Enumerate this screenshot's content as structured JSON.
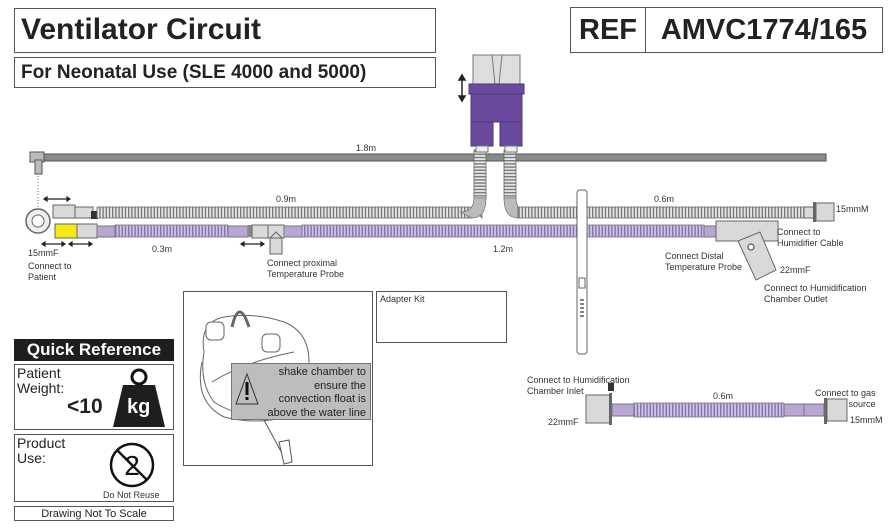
{
  "header": {
    "title": "Ventilator Circuit",
    "subtitle": "For Neonatal Use (SLE 4000 and 5000)",
    "ref_label": "REF",
    "ref_value": "AMVC1774/165"
  },
  "colors": {
    "tube_grey": "#9a9a9a",
    "tube_purple": "#b7a6d6",
    "connector_purple": "#6a4a9e",
    "connector_yellow": "#f5ea14",
    "connector_grey": "#d9d9d9",
    "rail_grey": "#8a8a8a",
    "quick_ref_header": "#1e1e1e",
    "warning_note": "#bdbdbd"
  },
  "diagram": {
    "rail_length": "1.8m",
    "expiratory_limb": {
      "length": "0.9m"
    },
    "patient_segment": {
      "length": "0.3m"
    },
    "inspiratory_limb": {
      "length": "1.2m"
    },
    "humidifier_limb": {
      "length": "0.6m"
    },
    "labels": {
      "patient_size": "15mmF",
      "connect_patient": "Connect to\nPatient",
      "proximal_probe": "Connect proximal\nTemperature Probe",
      "distal_probe": "Connect Distal\nTemperature Probe",
      "humidifier_cable": "Connect to\nHumidifier Cable",
      "outlet_size": "22mmF",
      "chamber_outlet": "Connect to Humidification\nChamber Outlet",
      "end_size": "15mmM"
    }
  },
  "adapter_kit": {
    "title": "Adapter Kit"
  },
  "warning": {
    "icon": "warning-triangle-icon",
    "lines": [
      "shake chamber to",
      "ensure the",
      "convection float is",
      "above the water line"
    ]
  },
  "gas_line": {
    "length": "0.6m",
    "chamber_inlet": "Connect to Humidification\nChamber Inlet",
    "inlet_size": "22mmF",
    "gas_source": "Connect to gas\nsource",
    "source_size": "15mmM"
  },
  "quick_reference": {
    "title": "Quick Reference",
    "weight_label": "Patient\nWeight:",
    "weight_value": "<10",
    "weight_unit": "kg",
    "use_label": "Product\nUse:",
    "use_value": "Do Not Reuse",
    "scale_note": "Drawing Not To Scale"
  }
}
